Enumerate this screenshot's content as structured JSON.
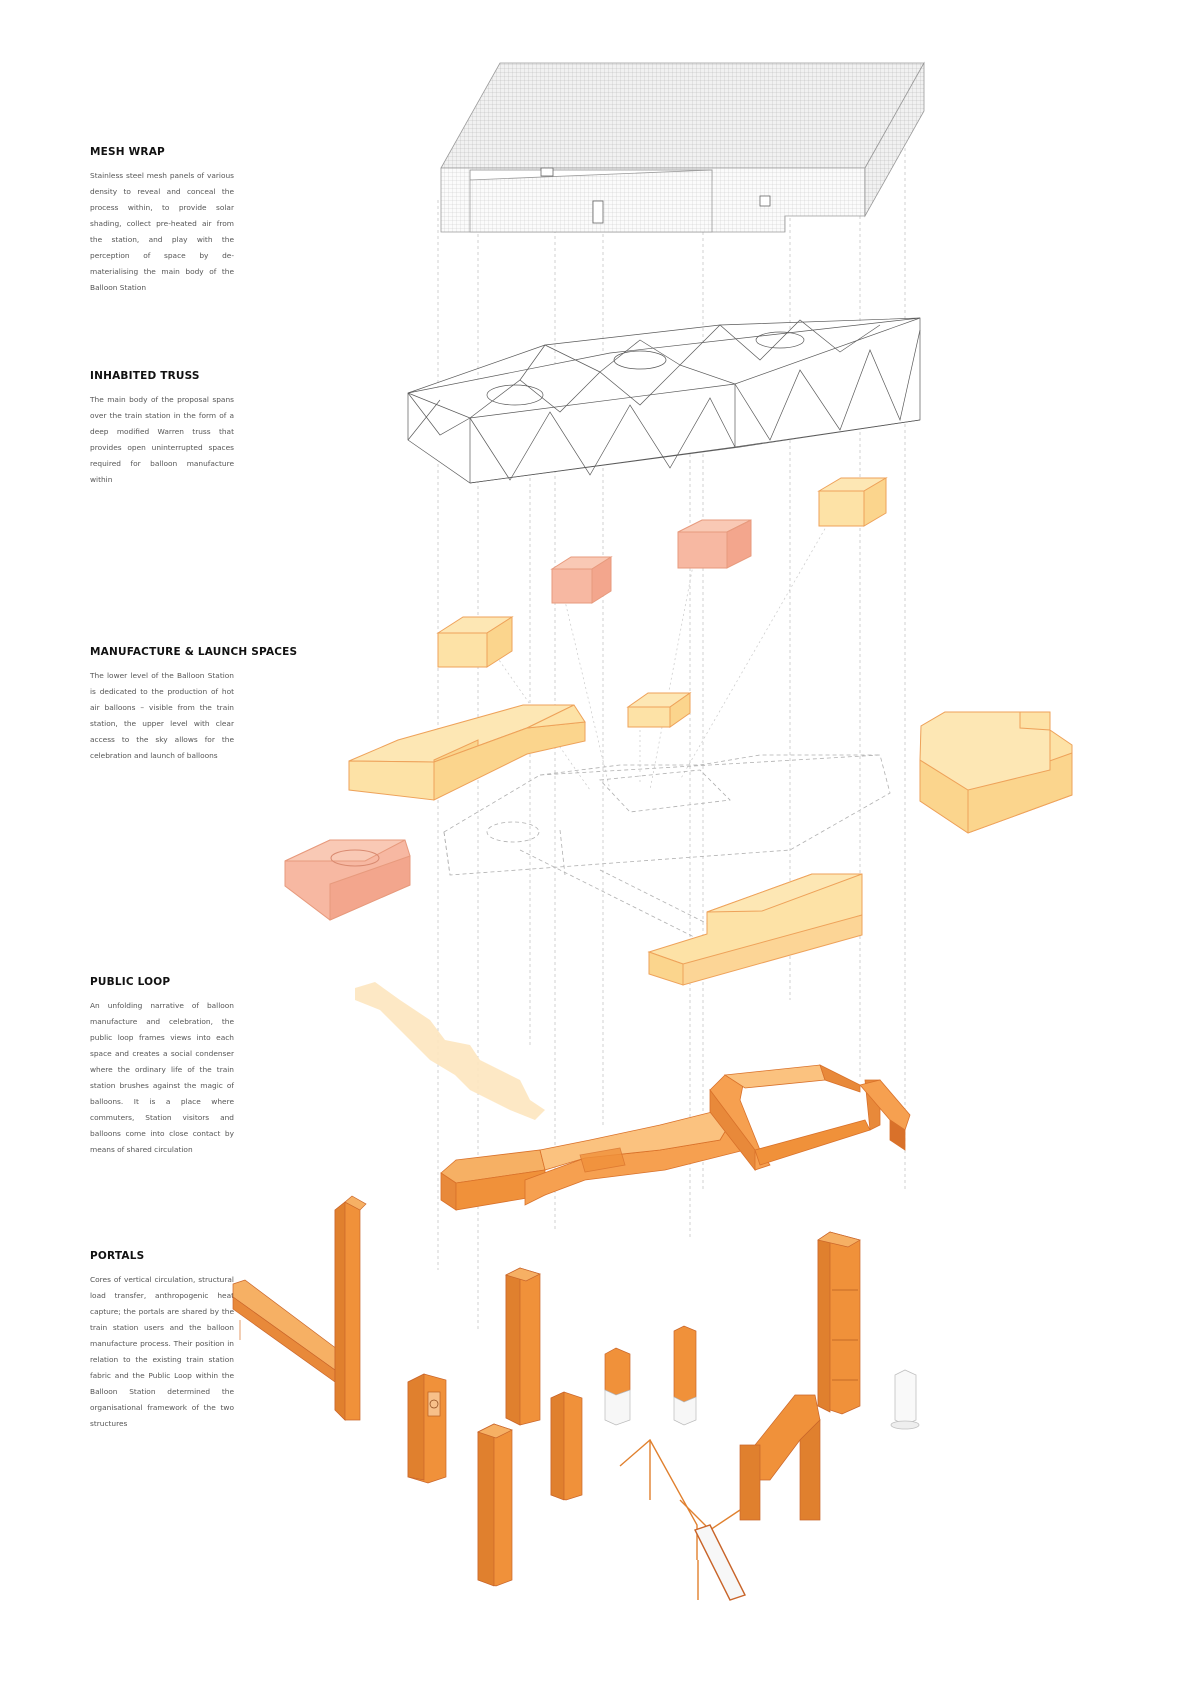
{
  "sections": [
    {
      "id": "mesh-wrap",
      "title": "MESH WRAP",
      "body": "Stainless steel mesh panels of various density to reveal and conceal the process within, to provide solar shading, collect pre-heated air from the station, and play with the perception of space by de-materialising the main body of the Balloon Station"
    },
    {
      "id": "inhabited-truss",
      "title": "INHABITED TRUSS",
      "body": "The main body of the proposal spans over the train station in the form of a deep modified Warren truss that provides open uninterrupted spaces required for balloon manufacture within"
    },
    {
      "id": "manufacture-launch",
      "title": "MANUFACTURE & LAUNCH SPACES",
      "body": "The lower level of the Balloon Station is dedicated to the production of hot air balloons – visible from the train station, the upper level with clear access to the sky allows for the celebration and launch of balloons"
    },
    {
      "id": "public-loop",
      "title": "PUBLIC LOOP",
      "body": "An unfolding narrative of balloon manufacture and celebration, the public loop frames views into each space and creates a social condenser where the ordinary life of the train station brushes against the magic of balloons. It is a place where commuters, Station visitors and balloons come into close contact by means of shared circulation"
    },
    {
      "id": "portals",
      "title": "PORTALS",
      "body": "Cores of vertical circulation, structural load transfer, anthropogenic heat capture; the portals are shared by the train station users and the balloon manufacture process. Their position in relation to the existing train station fabric and the Public Loop within the Balloon Station determined the organisational framework of the two structures"
    }
  ],
  "colors": {
    "volume_yellow": "#fde2a6",
    "volume_pink": "#f7b8a2",
    "volume_edge": "#f0a860",
    "portal_orange": "#f0913a",
    "portal_dark": "#d9712a",
    "mesh_grey": "#9a9a9a",
    "truss_line": "#555555",
    "guide_line": "#b8b8b8"
  }
}
